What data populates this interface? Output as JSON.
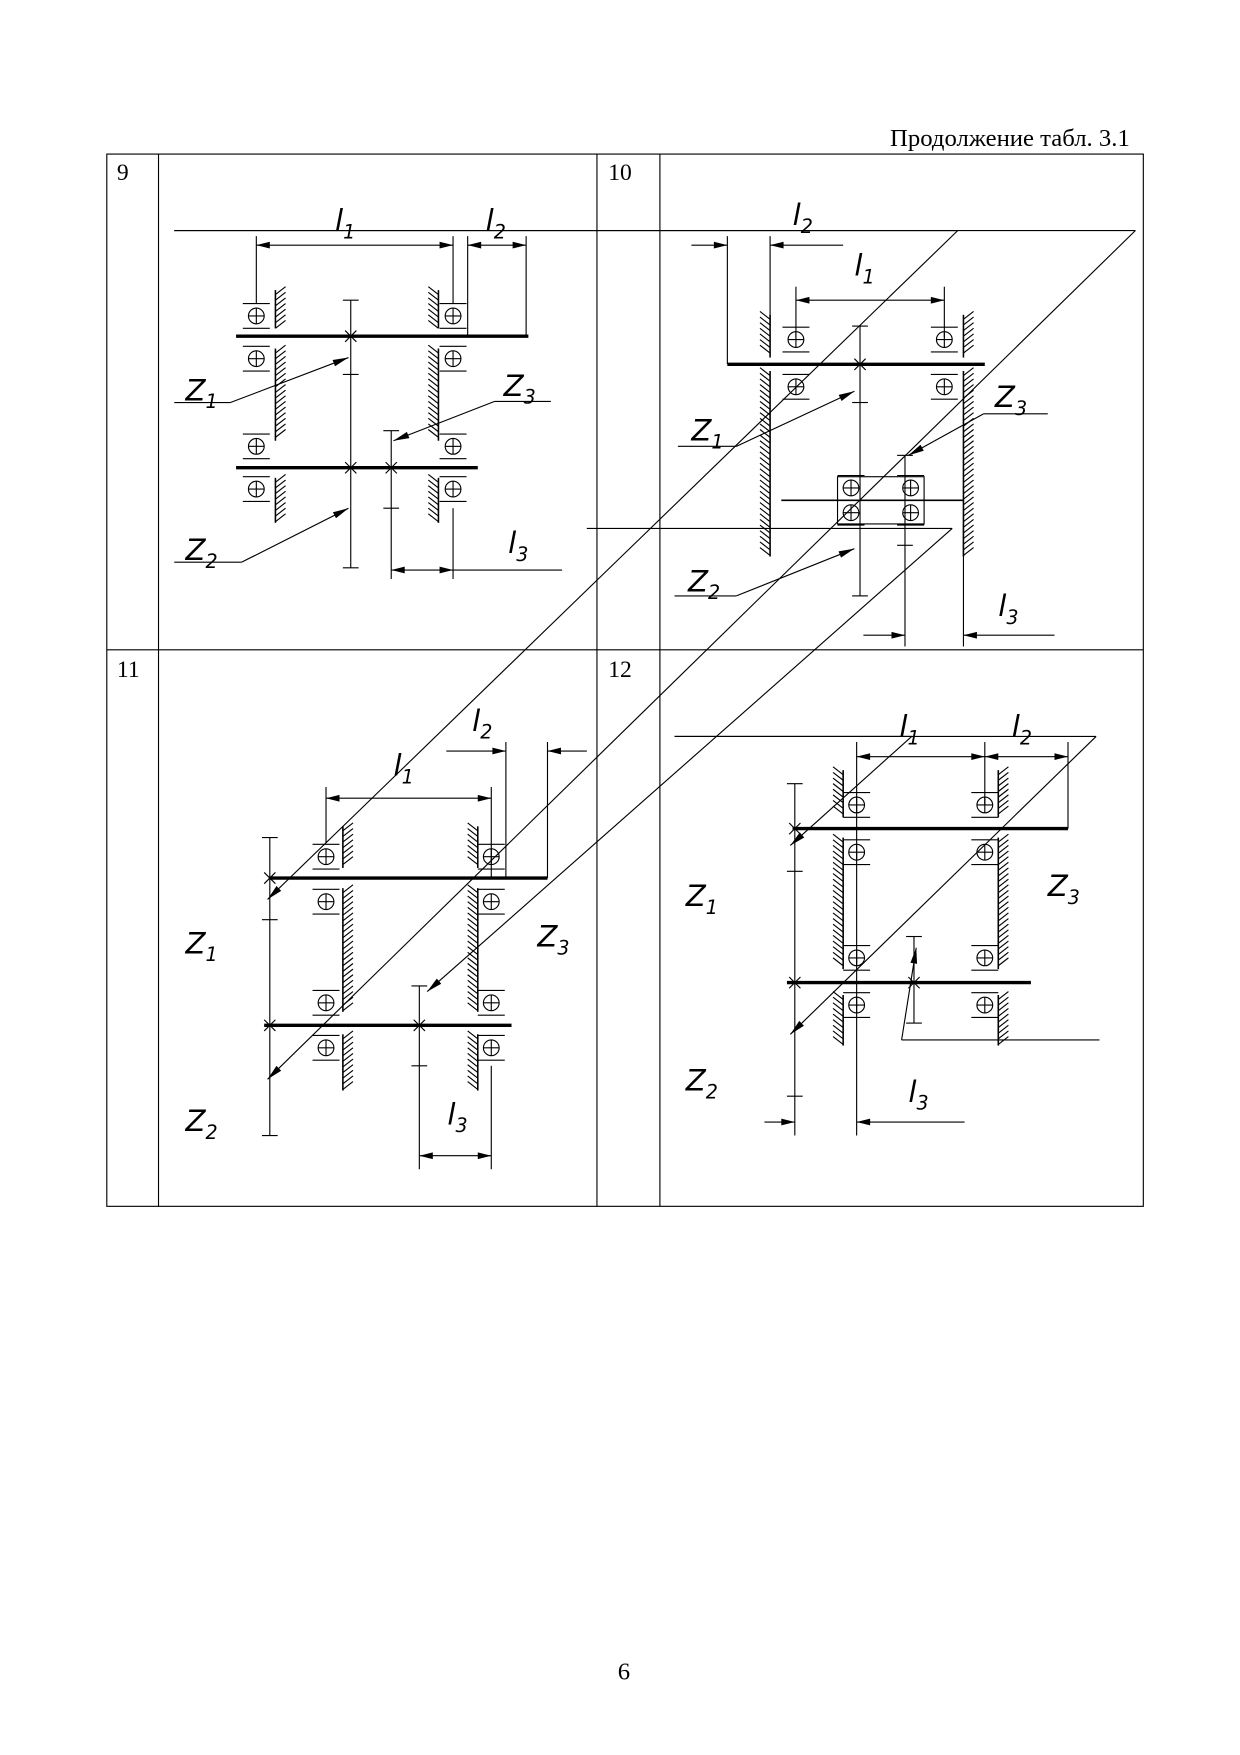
{
  "header": {
    "caption": "Продолжение табл. 3.1"
  },
  "table": {
    "cells": [
      {
        "number": "9",
        "labels": {
          "l1": {
            "main": "l",
            "sub": "1"
          },
          "l2": {
            "main": "l",
            "sub": "2"
          },
          "l3": {
            "main": "l",
            "sub": "3"
          },
          "z1": {
            "main": "Z",
            "sub": "1"
          },
          "z2": {
            "main": "Z",
            "sub": "2"
          },
          "z3": {
            "main": "Z",
            "sub": "3"
          }
        }
      },
      {
        "number": "10",
        "labels": {
          "l1": {
            "main": "l",
            "sub": "1"
          },
          "l2": {
            "main": "l",
            "sub": "2"
          },
          "l3": {
            "main": "l",
            "sub": "3"
          },
          "z1": {
            "main": "Z",
            "sub": "1"
          },
          "z2": {
            "main": "Z",
            "sub": "2"
          },
          "z3": {
            "main": "Z",
            "sub": "3"
          }
        }
      },
      {
        "number": "11",
        "labels": {
          "l1": {
            "main": "l",
            "sub": "1"
          },
          "l2": {
            "main": "l",
            "sub": "2"
          },
          "l3": {
            "main": "l",
            "sub": "3"
          },
          "z1": {
            "main": "Z",
            "sub": "1"
          },
          "z2": {
            "main": "Z",
            "sub": "2"
          },
          "z3": {
            "main": "Z",
            "sub": "3"
          }
        }
      },
      {
        "number": "12",
        "labels": {
          "l1": {
            "main": "l",
            "sub": "1"
          },
          "l2": {
            "main": "l",
            "sub": "2"
          },
          "l3": {
            "main": "l",
            "sub": "3"
          },
          "z1": {
            "main": "Z",
            "sub": "1"
          },
          "z2": {
            "main": "Z",
            "sub": "2"
          },
          "z3": {
            "main": "Z",
            "sub": "3"
          }
        }
      }
    ]
  },
  "footer": {
    "page_number": "6"
  }
}
